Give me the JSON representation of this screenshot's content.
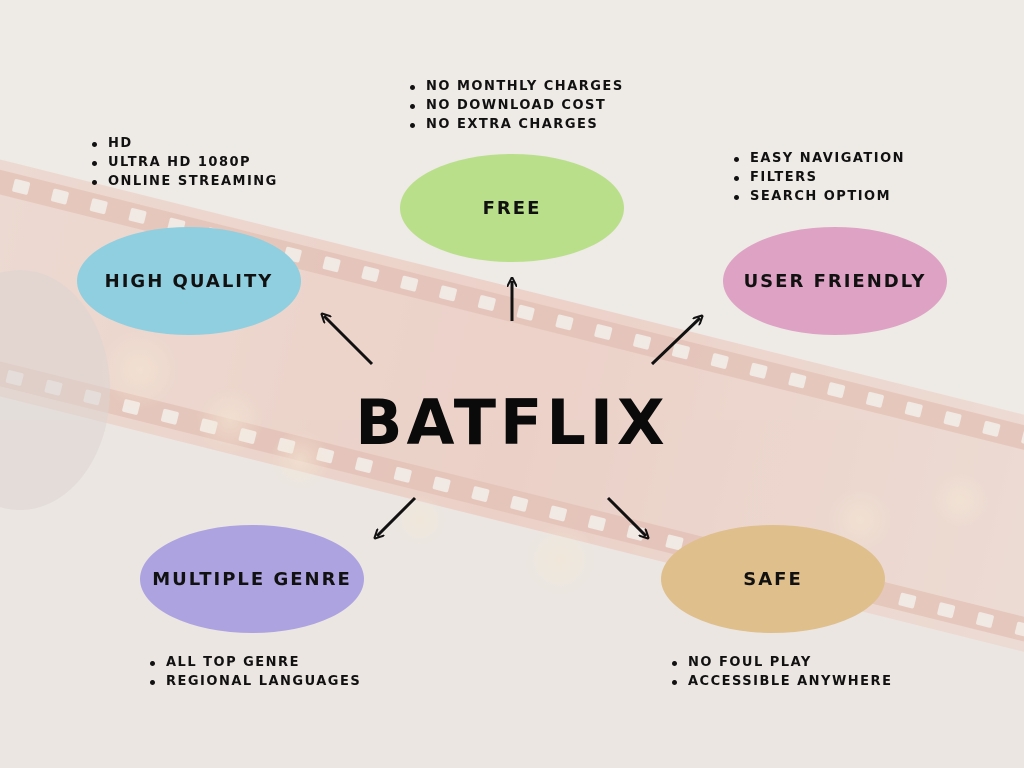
{
  "center": {
    "title": "BATFLIX"
  },
  "nodes": {
    "free": {
      "label": "FREE",
      "color": "#b9df8a",
      "bullets": [
        "NO MONTHLY CHARGES",
        "NO DOWNLOAD COST",
        "NO EXTRA CHARGES"
      ]
    },
    "high_quality": {
      "label": "HIGH QUALITY",
      "color": "#8fcfe0",
      "bullets": [
        "HD",
        "ULTRA HD 1080P",
        "ONLINE STREAMING"
      ]
    },
    "user_friendly": {
      "label": "USER FRIENDLY",
      "color": "#dea2c4",
      "bullets": [
        "EASY NAVIGATION",
        "FILTERS",
        "SEARCH OPTIOM"
      ]
    },
    "multiple_genre": {
      "label": "MULTIPLE GENRE",
      "color": "#ada3e0",
      "bullets": [
        "ALL TOP GENRE",
        "REGIONAL LANGUAGES"
      ]
    },
    "safe": {
      "label": "SAFE",
      "color": "#dfbf8c",
      "bullets": [
        "NO FOUL PLAY",
        "ACCESSIBLE ANYWHERE"
      ]
    }
  }
}
